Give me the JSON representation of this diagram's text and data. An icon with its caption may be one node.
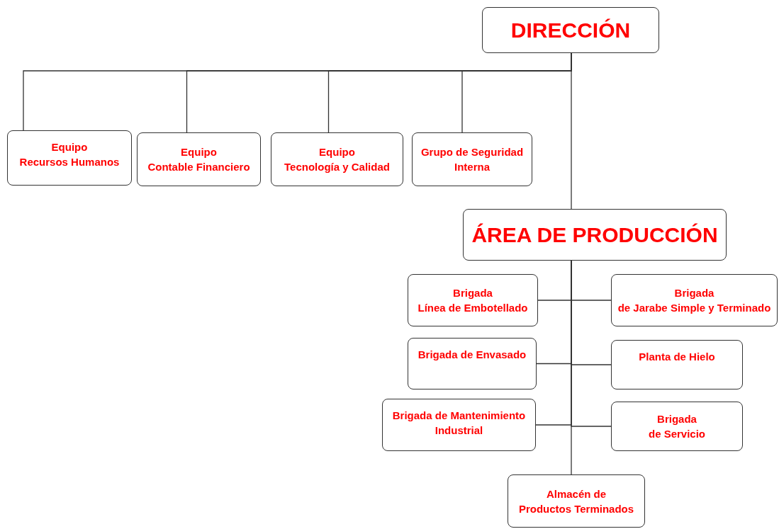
{
  "diagram": {
    "nodes": [
      {
        "text": [
          "DIRECCIÓN"
        ]
      },
      {
        "text": [
          "Equipo",
          "Recursos Humanos"
        ]
      },
      {
        "text": [
          "Equipo",
          "Contable Financiero"
        ]
      },
      {
        "text": [
          "Equipo",
          "Tecnología y Calidad"
        ]
      },
      {
        "text": [
          "Grupo de Seguridad",
          "Interna"
        ]
      },
      {
        "text": [
          "ÁREA DE PRODUCCIÓN"
        ]
      },
      {
        "text": [
          "Brigada",
          "Línea de Embotellado"
        ]
      },
      {
        "text": [
          "Brigada",
          "de Jarabe Simple y Terminado"
        ]
      },
      {
        "text": [
          "Brigada de Envasado"
        ]
      },
      {
        "text": [
          "Planta de Hielo"
        ]
      },
      {
        "text": [
          "Brigada de Mantenimiento",
          "Industrial"
        ]
      },
      {
        "text": [
          "Brigada",
          "de Servicio"
        ]
      },
      {
        "text": [
          "Almacén de",
          "Productos Terminados"
        ]
      }
    ],
    "edges": [
      {
        "from": 0,
        "to": 1,
        "arrow": "none"
      },
      {
        "from": 0,
        "to": 2,
        "arrow": "none"
      },
      {
        "from": 0,
        "to": 3,
        "arrow": "none"
      },
      {
        "from": 0,
        "to": 4,
        "arrow": "none"
      },
      {
        "from": 0,
        "to": 5,
        "arrow": "none"
      },
      {
        "from": 5,
        "to": 6,
        "arrow": "none"
      },
      {
        "from": 5,
        "to": 7,
        "arrow": "none"
      },
      {
        "from": 5,
        "to": 8,
        "arrow": "none"
      },
      {
        "from": 5,
        "to": 9,
        "arrow": "none"
      },
      {
        "from": 5,
        "to": 10,
        "arrow": "none"
      },
      {
        "from": 5,
        "to": 11,
        "arrow": "none"
      },
      {
        "from": 5,
        "to": 12,
        "arrow": "none"
      }
    ]
  }
}
